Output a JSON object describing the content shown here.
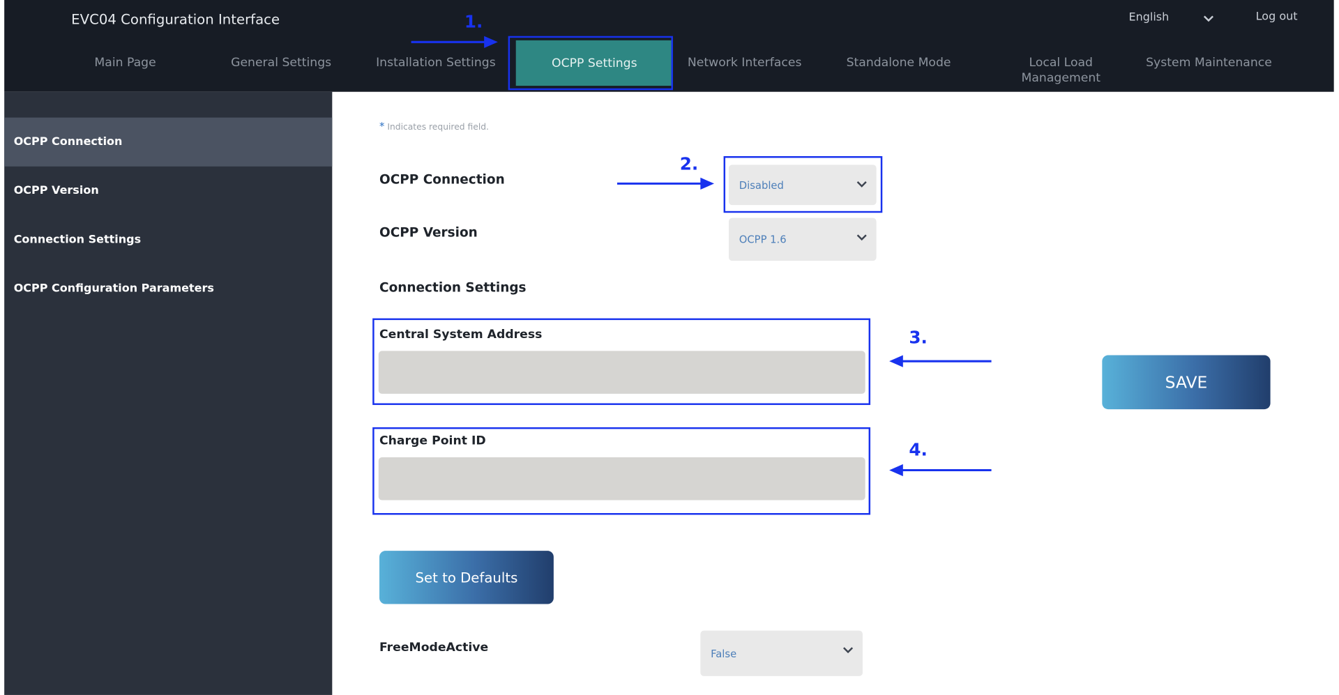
{
  "header": {
    "app_title": "EVC04 Configuration Interface",
    "language": "English",
    "logout_label": "Log out",
    "tabs": [
      {
        "label": "Main Page"
      },
      {
        "label": "General Settings"
      },
      {
        "label": "Installation Settings"
      },
      {
        "label": "OCPP Settings",
        "active": true
      },
      {
        "label": "Network Interfaces"
      },
      {
        "label": "Standalone Mode"
      },
      {
        "label": "Local Load Management"
      },
      {
        "label": "System Maintenance"
      }
    ]
  },
  "sidebar": {
    "items": [
      {
        "label": "OCPP Connection",
        "active": true
      },
      {
        "label": "OCPP Version"
      },
      {
        "label": "Connection Settings"
      },
      {
        "label": "OCPP Configuration Parameters"
      }
    ]
  },
  "form": {
    "required_note": "Indicates required field.",
    "ocpp_connection_label": "OCPP Connection",
    "ocpp_connection_value": "Disabled",
    "ocpp_version_label": "OCPP Version",
    "ocpp_version_value": "OCPP 1.6",
    "connection_settings_heading": "Connection Settings",
    "central_system_address_label": "Central System Address",
    "central_system_address_value": "",
    "charge_point_id_label": "Charge Point ID",
    "charge_point_id_value": "",
    "defaults_button": "Set to Defaults",
    "free_mode_label": "FreeModeActive",
    "free_mode_value": "False",
    "save_button": "SAVE"
  },
  "annotations": {
    "step1": "1.",
    "step2": "2.",
    "step3": "3.",
    "step4": "4."
  },
  "colors": {
    "header_bg": "#171c25",
    "sidebar_bg": "#2b313c",
    "active_tab": "#2e8783",
    "annotation": "#1832ee"
  }
}
